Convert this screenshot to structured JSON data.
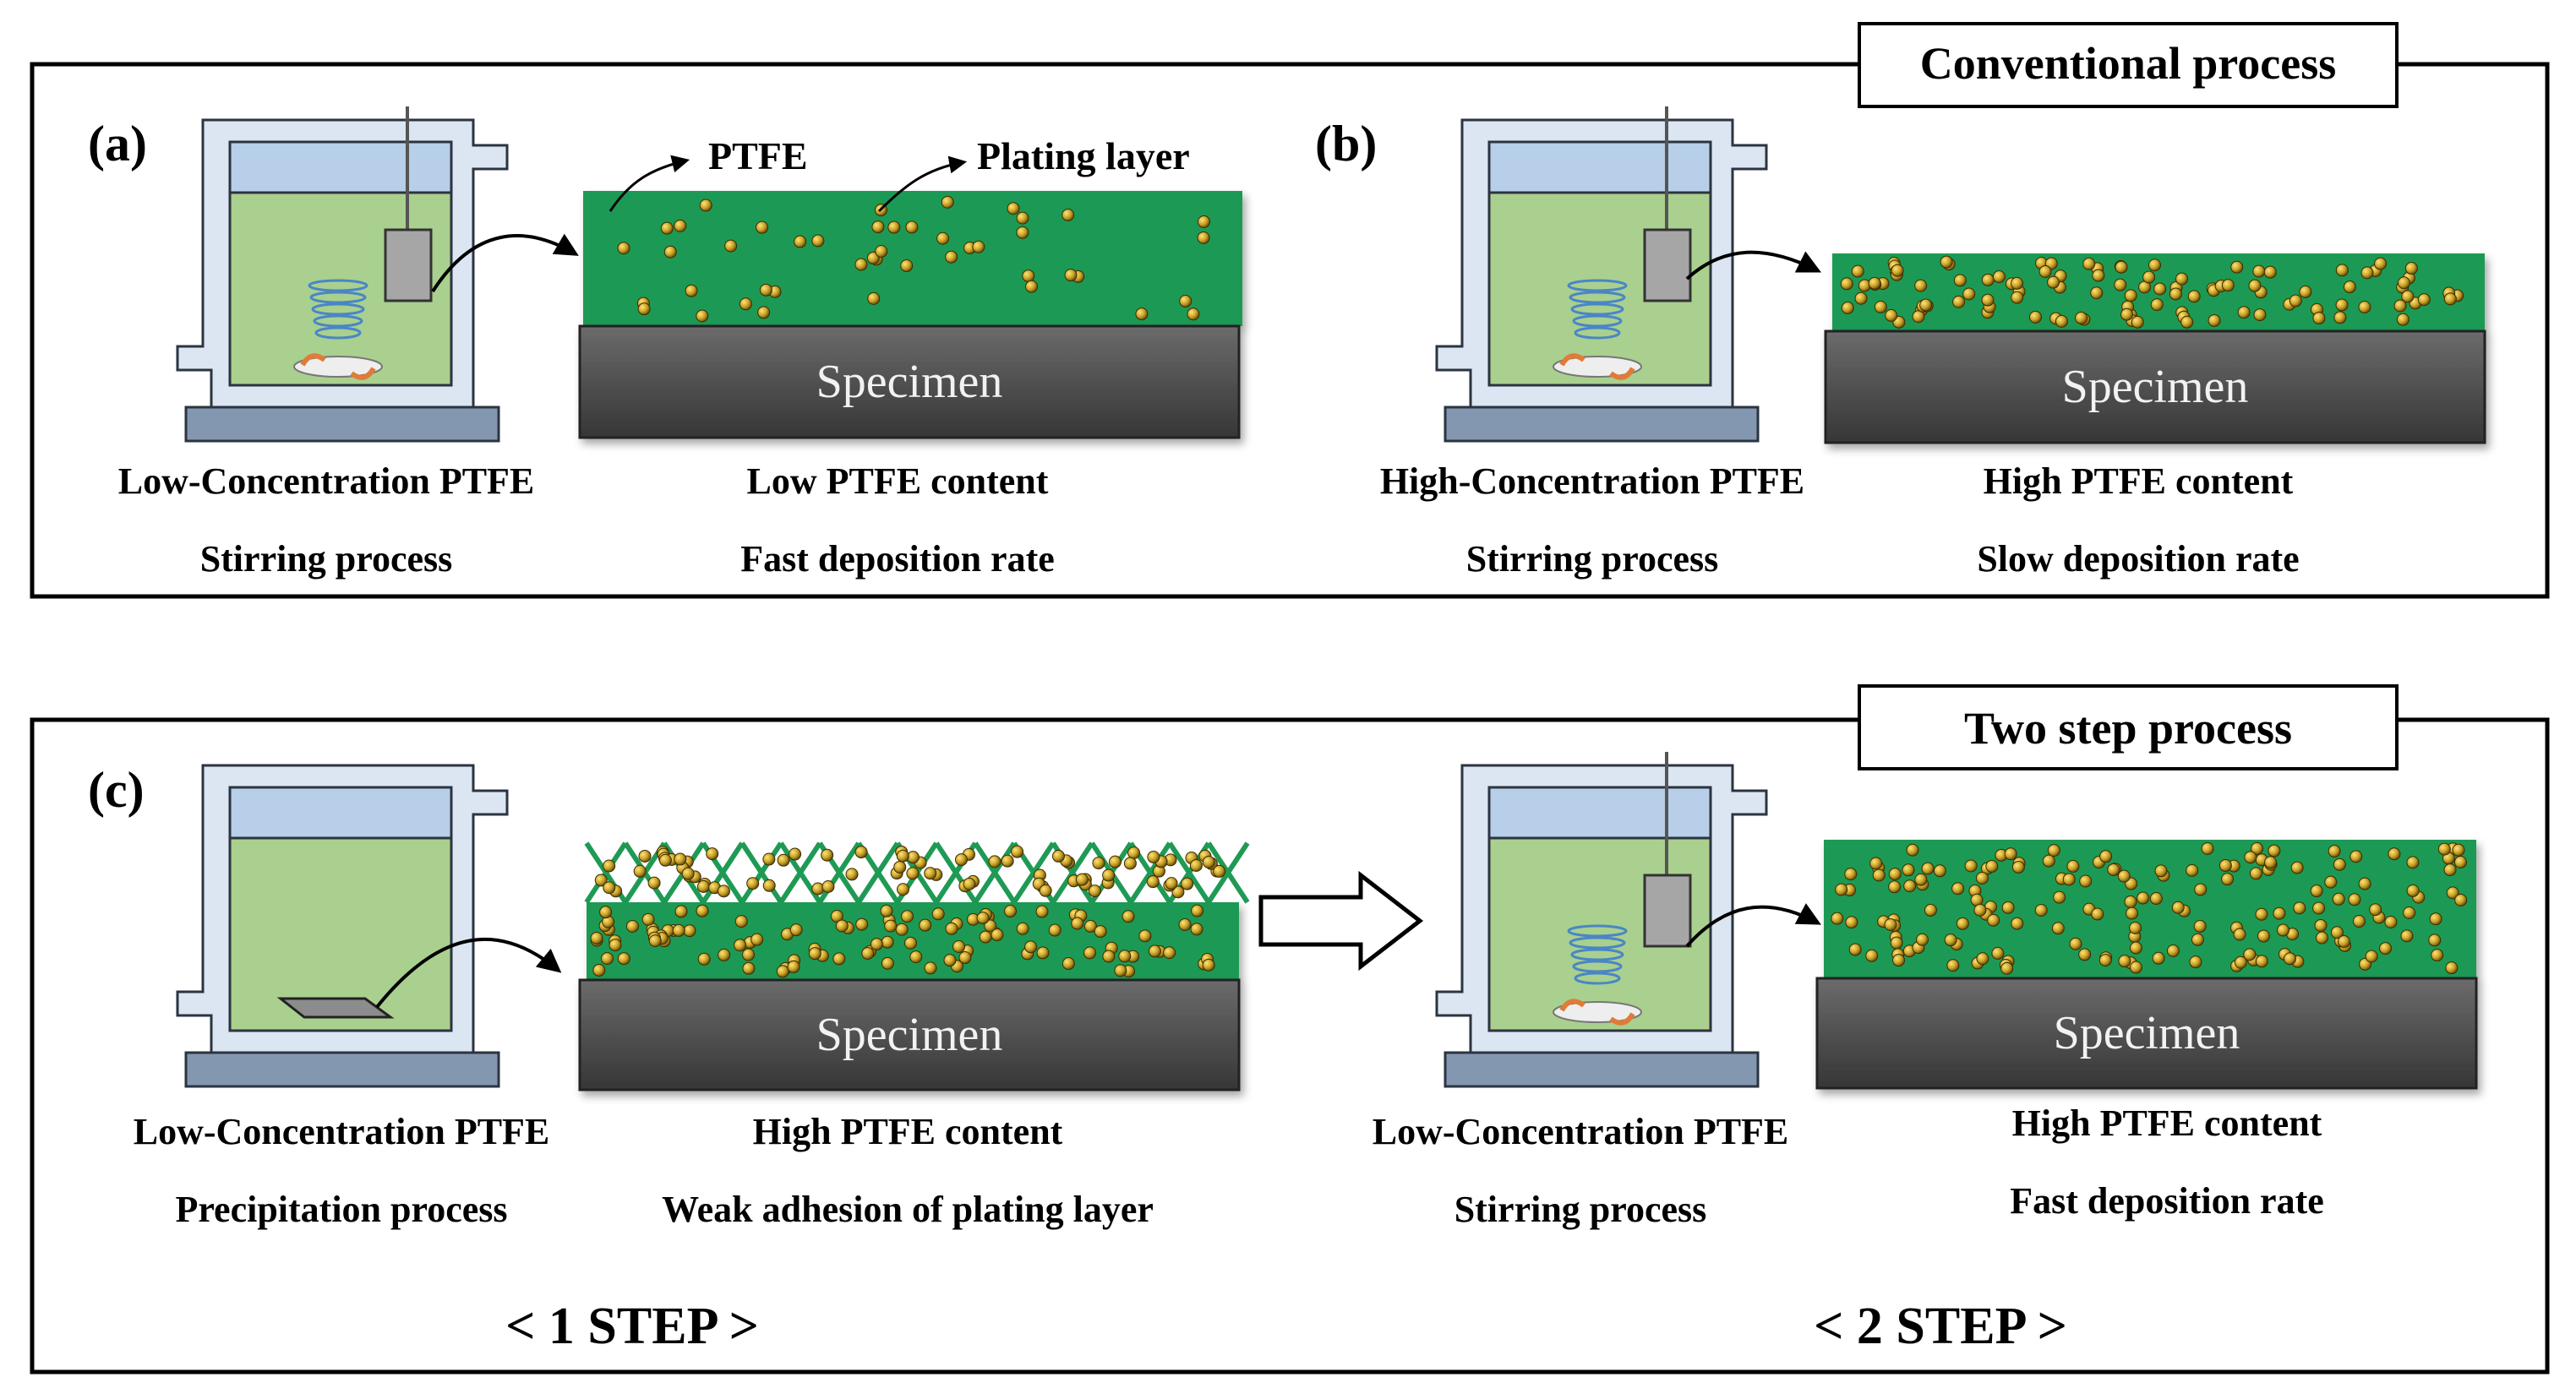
{
  "colors": {
    "frame": "#000000",
    "tank_wall": "#dbe6f2",
    "tank_outline": "#2b3440",
    "tank_water_top": "#b7cfe8",
    "solution": "#a9d08e",
    "stand": "#8497b0",
    "electrode": "#a6a6a6",
    "plating_layer": "#1f9a55",
    "ptfe_particle": "#c9a227",
    "specimen_top": "#6b6b6b",
    "specimen_bottom": "#3a3a3a",
    "specimen_text": "#f2f2f2",
    "stir_blue": "#4a86c5"
  },
  "sections": {
    "conventional": {
      "title": "Conventional process",
      "panel_a": {
        "label": "(a)",
        "callout_ptfe": "PTFE",
        "callout_plating": "Plating layer",
        "specimen": "Specimen",
        "tank_caption_1": "Low-Concentration PTFE",
        "tank_caption_2": "Stirring process",
        "layer_caption_1": "Low PTFE content",
        "layer_caption_2": "Fast deposition rate"
      },
      "panel_b": {
        "label": "(b)",
        "specimen": "Specimen",
        "tank_caption_1": "High-Concentration PTFE",
        "tank_caption_2": "Stirring process",
        "layer_caption_1": "High PTFE content",
        "layer_caption_2": "Slow deposition rate"
      }
    },
    "two_step": {
      "title": "Two step process",
      "panel_c": {
        "label": "(c)",
        "step1": {
          "specimen": "Specimen",
          "tank_caption_1": "Low-Concentration PTFE",
          "tank_caption_2": "Precipitation process",
          "layer_caption_1": "High PTFE content",
          "layer_caption_2": "Weak adhesion of plating layer",
          "step_label": "< 1 STEP >"
        },
        "step2": {
          "specimen": "Specimen",
          "tank_caption_1": "Low-Concentration PTFE",
          "tank_caption_2": "Stirring process",
          "layer_caption_1": "High PTFE content",
          "layer_caption_2": "Fast deposition rate",
          "step_label": "< 2 STEP >"
        }
      }
    }
  }
}
